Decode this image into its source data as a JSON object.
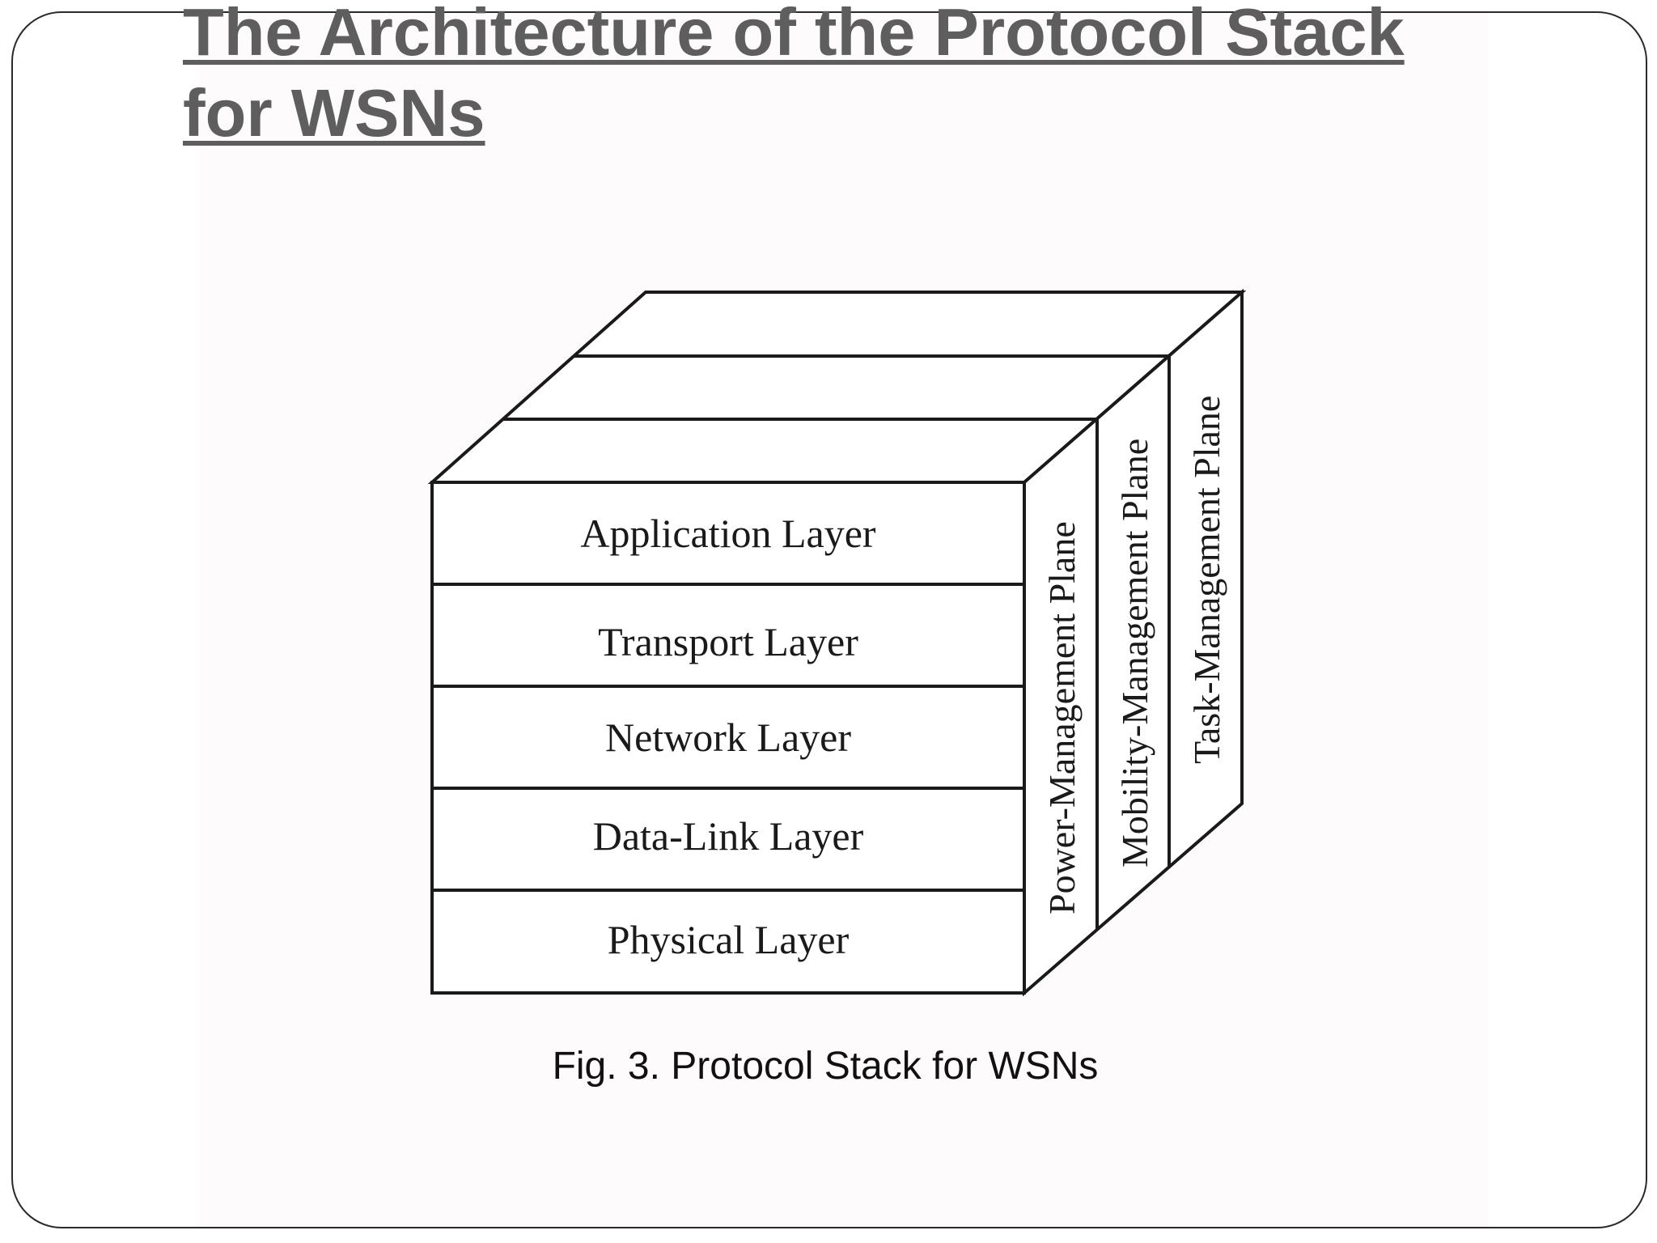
{
  "slide": {
    "title": "The Architecture of the Protocol Stack for WSNs",
    "caption": "Fig. 3. Protocol Stack for WSNs"
  },
  "diagram": {
    "layers": [
      "Application Layer",
      "Transport Layer",
      "Network Layer",
      "Data-Link Layer",
      "Physical Layer"
    ],
    "planes": [
      "Power-Management Plane",
      "Mobility-Management Plane",
      "Task-Management Plane"
    ]
  },
  "colors": {
    "title": "#5e5e5e",
    "line": "#1a1a1a",
    "background": "#fdfbfc"
  }
}
